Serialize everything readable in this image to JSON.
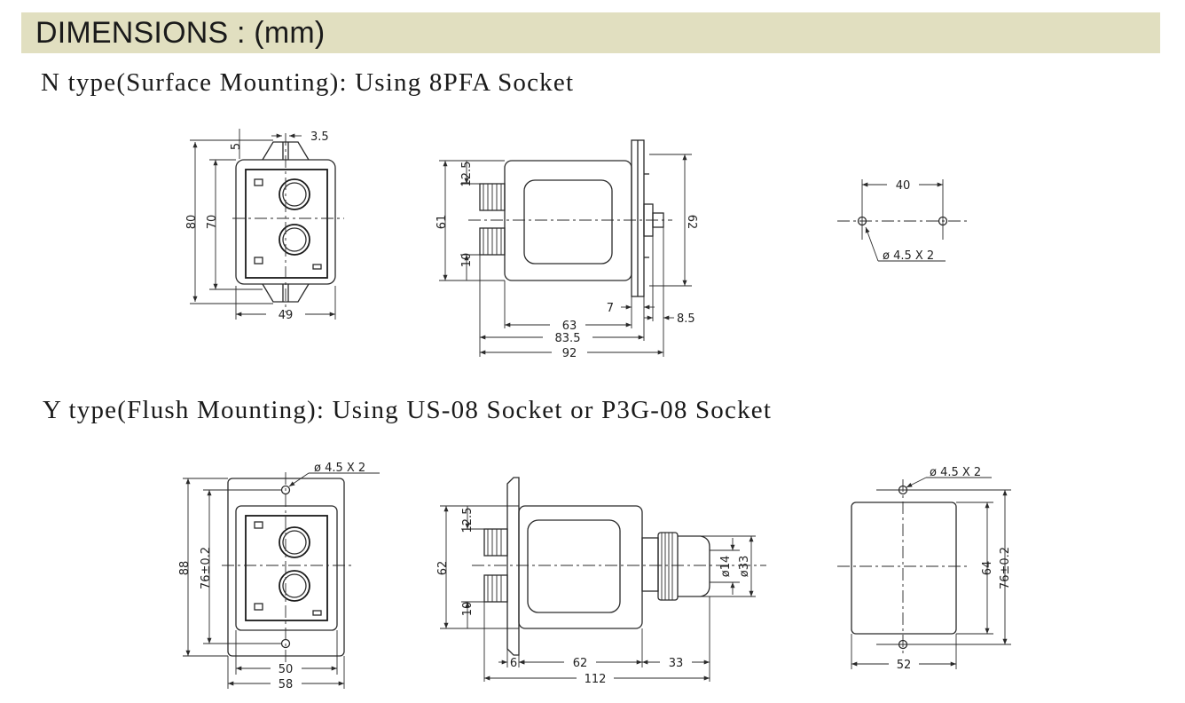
{
  "header": {
    "title": "DIMENSIONS : (mm)"
  },
  "n_type": {
    "title": "N type(Surface Mounting): Using 8PFA Socket",
    "front": {
      "dim_height_outer": "80",
      "dim_height_inner": "70",
      "dim_width": "49",
      "dim_top_gap": "5",
      "dim_slot": "3.5"
    },
    "side": {
      "dim_height": "61",
      "dim_knob_top": "12.5",
      "dim_knob_bottom": "10",
      "dim_right_height": "62",
      "dim_body": "63",
      "dim_mid": "83.5",
      "dim_total": "92",
      "dim_flange": "7",
      "dim_plug": "8.5"
    },
    "hole": {
      "dim_spacing": "40",
      "hole_note": "ø 4.5 X 2"
    }
  },
  "y_type": {
    "title": "Y type(Flush Mounting): Using US-08 Socket or P3G-08 Socket",
    "front": {
      "hole_note": "ø 4.5 X 2",
      "dim_height_outer": "88",
      "dim_height_inner": "76±0.2",
      "dim_width_inner": "50",
      "dim_width_outer": "58"
    },
    "side": {
      "dim_height": "62",
      "dim_knob_top": "12.5",
      "dim_knob_bottom": "10",
      "dim_dia_small": "ø14",
      "dim_dia_large": "ø33",
      "dim_front": "6",
      "dim_body": "62",
      "dim_rear": "33",
      "dim_total": "112"
    },
    "cutout": {
      "hole_note": "ø 4.5 X 2",
      "dim_height_inner": "64",
      "dim_height_outer": "76±0.2",
      "dim_width": "52"
    }
  }
}
